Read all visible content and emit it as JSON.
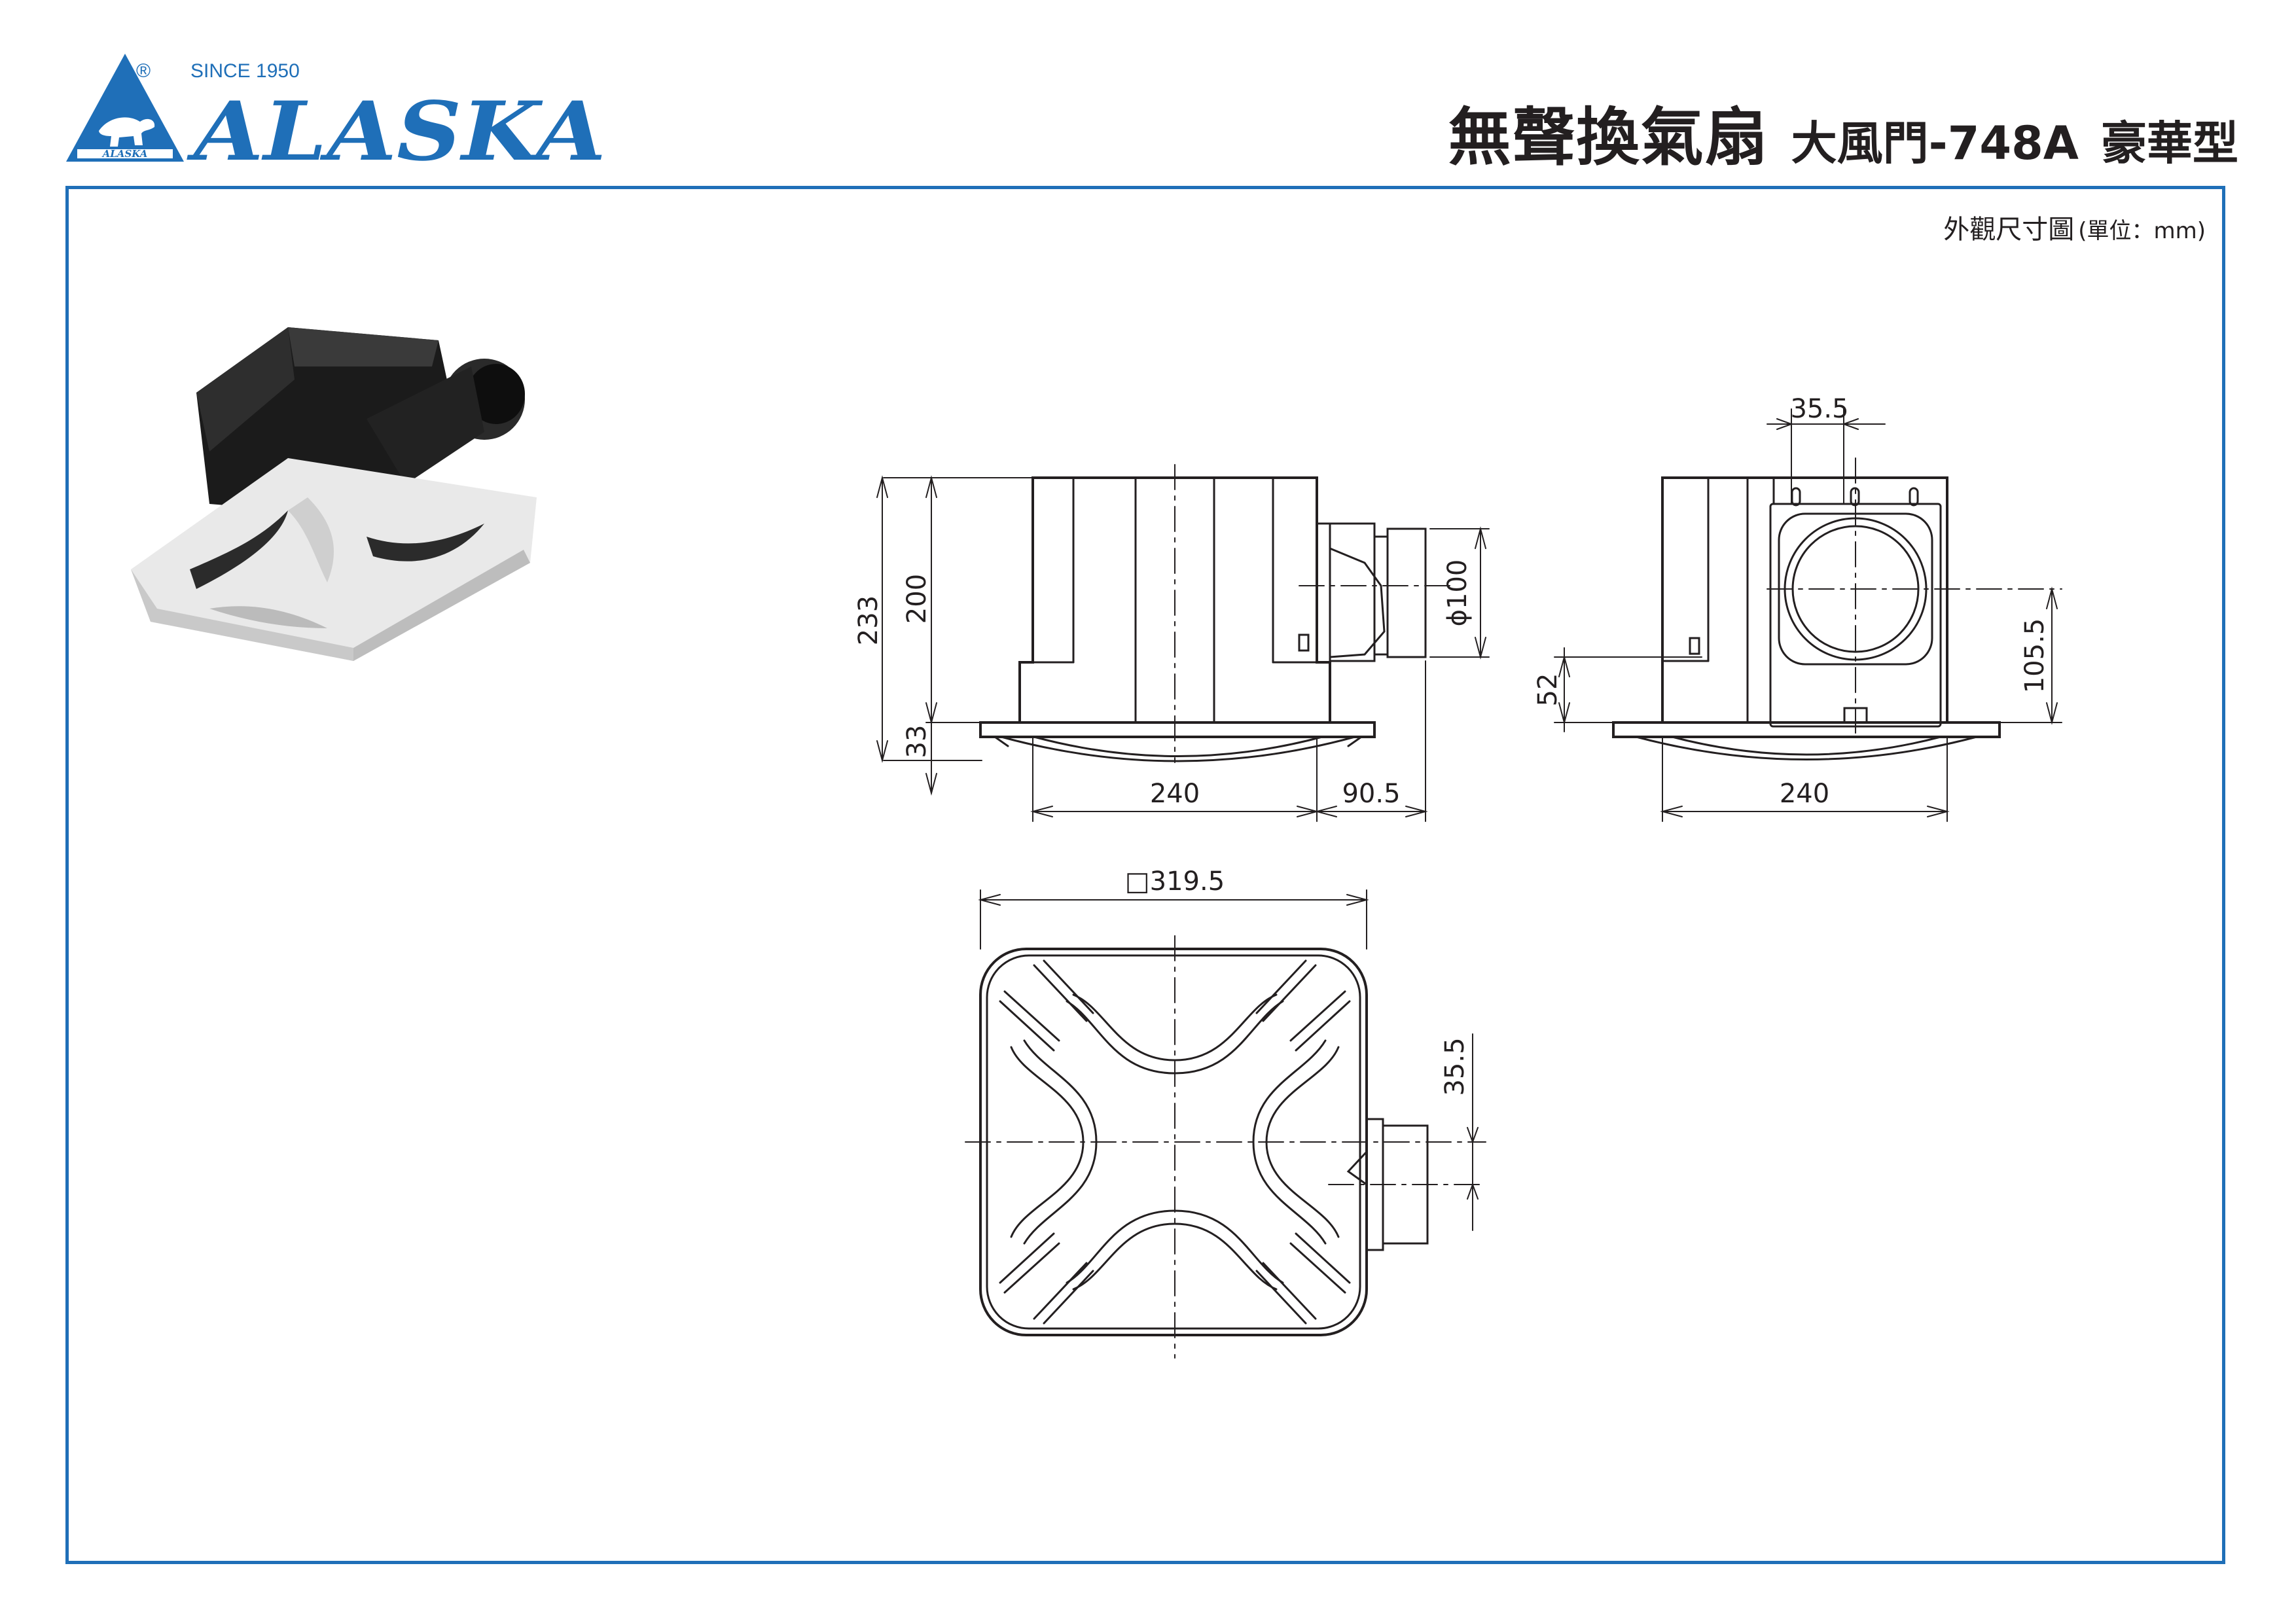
{
  "brand": {
    "registered_mark": "®",
    "since": "SINCE 1950",
    "name": "ALASKA",
    "emblem_text": "ALASKA",
    "color": "#1f6fb8"
  },
  "title": {
    "main": "無聲換氣扇",
    "model": "大風門-748A",
    "variant": "豪華型"
  },
  "caption": {
    "label": "外觀尺寸圖",
    "unit": "(單位：mm)"
  },
  "dimensions": {
    "front_total_height": "233",
    "front_body_height": "200",
    "front_grille_height": "33",
    "front_body_width": "240",
    "duct_projection": "90.5",
    "duct_diameter": "ϕ100",
    "side_duct_offset_top": "35.5",
    "side_grille_to_duct": "52",
    "side_duct_center_height": "105.5",
    "side_body_width": "240",
    "plan_square_size": "□319.5",
    "plan_duct_offset": "35.5"
  },
  "colors": {
    "line": "#231f20",
    "frame": "#1f6fb8"
  }
}
